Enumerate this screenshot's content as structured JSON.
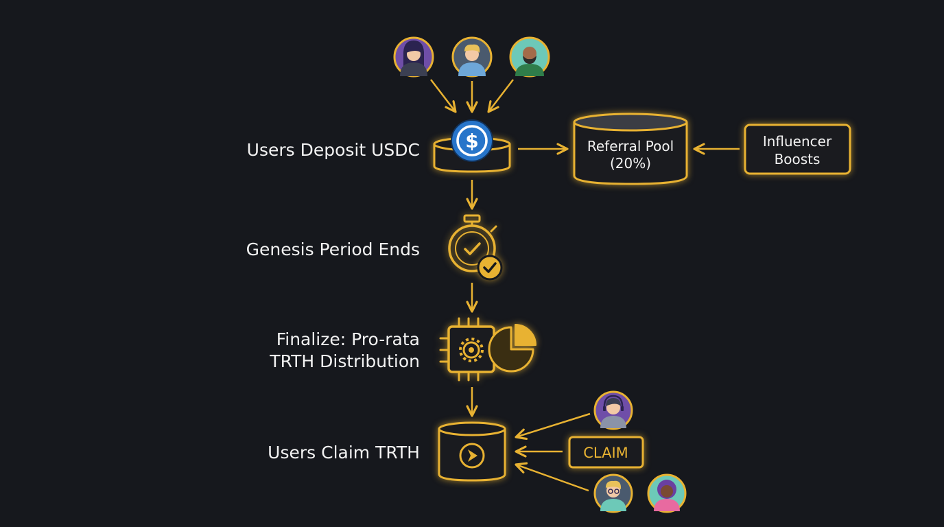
{
  "colors": {
    "background": "#16181d",
    "accent": "#e8b232",
    "accent_dark": "#3a2e12",
    "usdc_blue": "#2775ca",
    "text": "#f2f2f2",
    "claim_text": "#e8b232"
  },
  "steps": {
    "deposit": {
      "label": "Users Deposit USDC",
      "icon": "usdc-coin-icon"
    },
    "genesis": {
      "label": "Genesis Period Ends",
      "icon": "stopwatch-check-icon"
    },
    "finalize": {
      "line1": "Finalize: Pro-rata",
      "line2": "TRTH Distribution",
      "icon": "chip-pie-icon"
    },
    "claim": {
      "label": "Users Claim TRTH",
      "icon": "trth-vault-icon"
    }
  },
  "referral_pool": {
    "line1": "Referral Pool",
    "line2": "(20%)"
  },
  "influencer_boosts": {
    "line1": "Influencer",
    "line2": "Boosts"
  },
  "claim_button": {
    "label": "CLAIM"
  },
  "depositors": [
    {
      "icon": "user-avatar-woman-icon",
      "bg": "#6f4ea8"
    },
    {
      "icon": "user-avatar-man-icon",
      "bg": "#4a5a6e"
    },
    {
      "icon": "user-avatar-bearded-man-icon",
      "bg": "#6dc9b8"
    }
  ],
  "claimers": [
    {
      "icon": "user-avatar-headset-icon",
      "bg": "#6f4ea8"
    },
    {
      "icon": "user-avatar-glasses-icon",
      "bg": "#4a5a6e"
    },
    {
      "icon": "user-avatar-curly-hair-icon",
      "bg": "#6dc9b8"
    }
  ]
}
